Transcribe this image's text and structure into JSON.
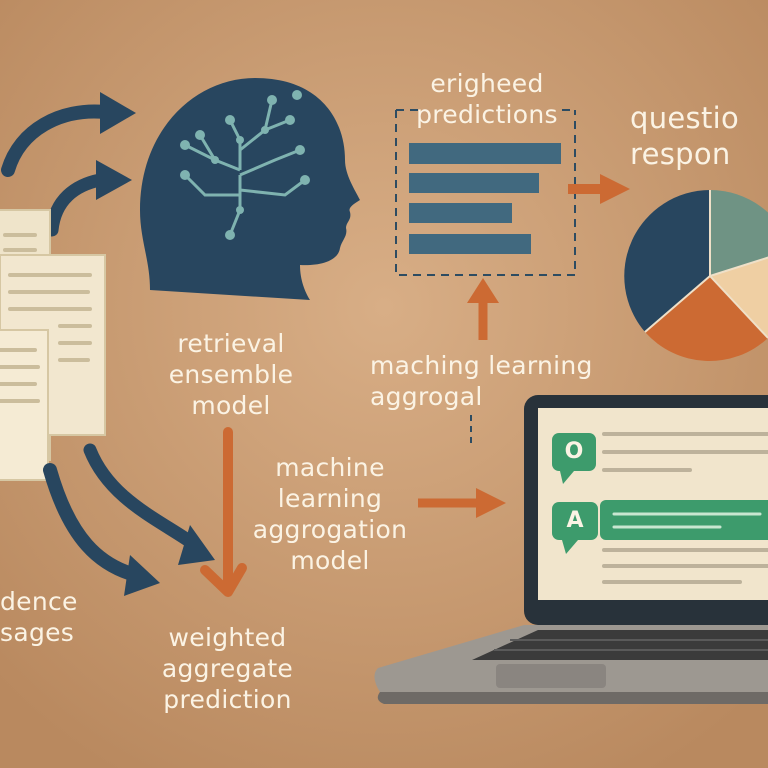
{
  "labels": {
    "evidence": "dence\nsages",
    "retrieval_model": "retrieval\nensemble\nmodel",
    "weighted_predictions": "erigheed\npredictions",
    "question_response": "questio\nrespon",
    "matching_learning": "maching learning\naggrogal",
    "ml_aggregation": "machine\nlearning\naggrogation\nmodel",
    "weighted_aggregate": "weighted\naggregate\nprediction"
  },
  "chat": {
    "question_badge": "O",
    "answer_badge": "A"
  },
  "colors": {
    "background": "#c69a72",
    "navy": "#28465f",
    "steel_blue": "#41697f",
    "orange": "#cc6a33",
    "sage": "#6f9384",
    "peach": "#efcfa3",
    "green": "#3d9b6c",
    "paper": "#f2e7cf",
    "label_text": "#fbf3e4"
  },
  "icons": [
    "head-brain-icon",
    "document-stack-icon",
    "bar-chart-icon",
    "pie-chart-icon",
    "laptop-icon"
  ]
}
